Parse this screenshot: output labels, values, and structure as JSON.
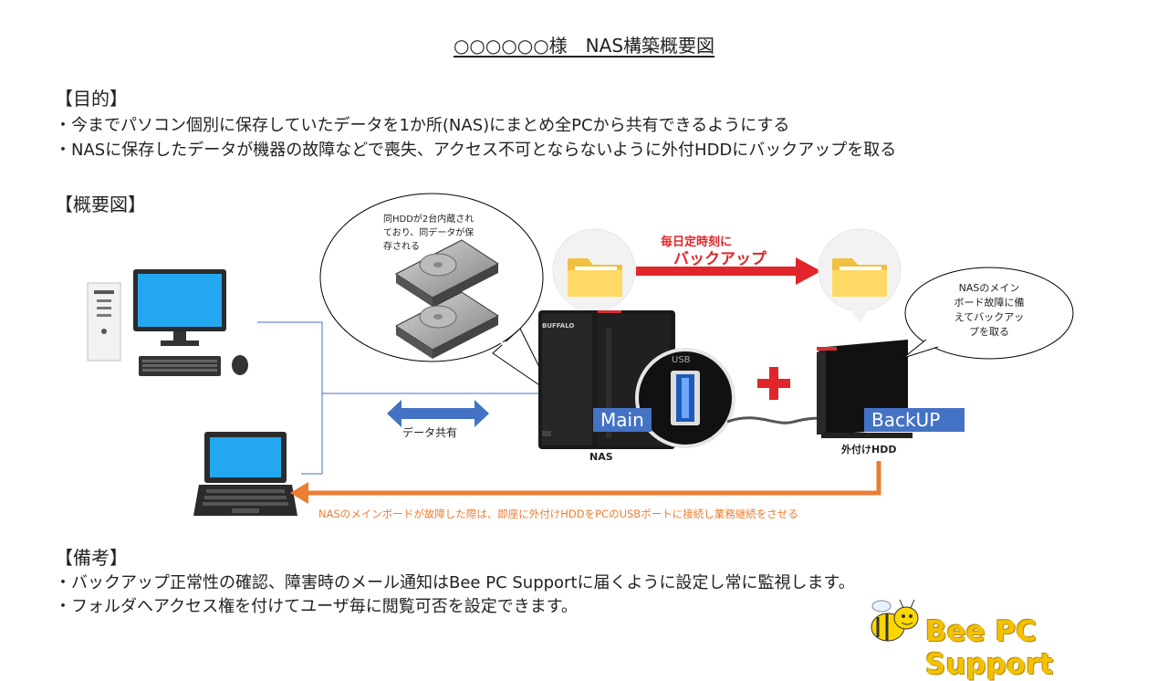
{
  "title": "○○○○○○様　NAS構築概要図",
  "purpose": {
    "heading": "【目的】",
    "items": [
      "・今までパソコン個別に保存していたデータを1か所(NAS)にまとめ全PCから共有できるようにする",
      "・NASに保存したデータが機器の故障などで喪失、アクセス不可とならないように外付HDDにバックアップを取る"
    ]
  },
  "overview": {
    "heading": "【概要図】",
    "bubble_hdd": [
      "同HDDが2台内蔵され",
      "ており、同データが保",
      "存される"
    ],
    "backup_arrow": {
      "line1": "毎日定時刻に",
      "line2": "バックアップ"
    },
    "bubble_backup": [
      "NASのメイン",
      "ボード故障に備",
      "えてバックアッ",
      "プを取る"
    ],
    "data_share_label": "データ共有",
    "nas_caption": "NAS",
    "nas_tag": "Main",
    "usb_label": "USB",
    "hdd_caption": "外付けHDD",
    "hdd_tag": "BackUP",
    "brand": "BUFFALO",
    "failover_note": "NASのメインボードが故障した際は、即座に外付けHDDをPCのUSBポートに接続し業務継続をさせる"
  },
  "remarks": {
    "heading": "【備考】",
    "items": [
      "・バックアップ正常性の確認、障害時のメール通知はBee PC Supportに届くように設定し常に監視します。",
      "・フォルダへアクセス権を付けてユーザ毎に閲覧可否を設定できます。"
    ]
  },
  "logo": "Bee PC Support",
  "colors": {
    "connector_blue": "#4472c4",
    "backup_red": "#e0262a",
    "failover_orange": "#ed7d31",
    "folder_yellow": "#ffd966"
  }
}
